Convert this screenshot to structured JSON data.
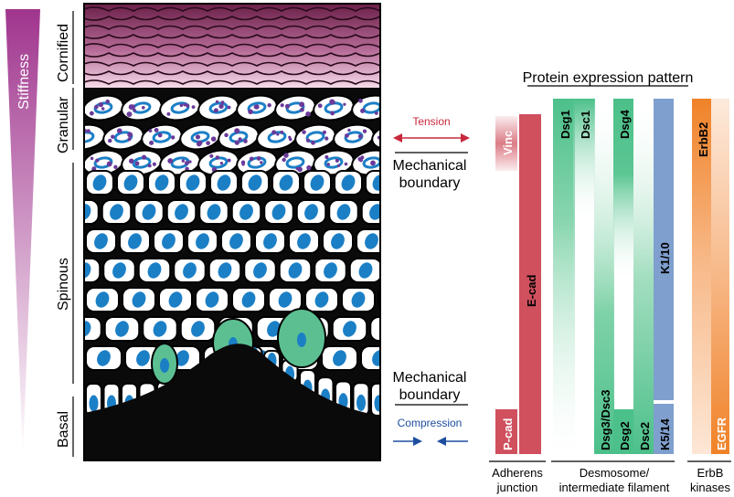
{
  "stiffness_label": "Stiffness",
  "layers": {
    "cornified": "Cornified",
    "granular": "Granular",
    "spinous": "Spinous",
    "basal": "Basal"
  },
  "forces": {
    "tension": "Tension",
    "compression": "Compression",
    "boundary_top": [
      "Mechanical",
      "boundary"
    ],
    "boundary_bottom": [
      "Mechanical",
      "boundary"
    ]
  },
  "expression_title": "Protein expression pattern",
  "proteins": {
    "vinc": "Vinc",
    "ecad": "E-cad",
    "pcad": "P-cad",
    "dsg1": "Dsg1",
    "dsc1": "Dsc1",
    "dsg3dsc3": "Dsg3/Dsc3",
    "dsg4": "Dsg4",
    "dsg2": "Dsg2",
    "dsc2": "Dsc2",
    "k110": "K1/10",
    "k514": "K5/14",
    "erbb2": "ErbB2",
    "egfr": "EGFR"
  },
  "groups": {
    "adherens": [
      "Adherens",
      "junction"
    ],
    "desmosome": [
      "Desmosome/",
      "intermediate filament"
    ],
    "erbb": [
      "ErbB",
      "kinases"
    ]
  },
  "colors": {
    "stiffness": "#a0358e",
    "tension": "#c8283c",
    "compression": "#1e4ea0",
    "cadherin": "#d0505e",
    "desmosome": "#4cc08a",
    "keratin": "#7f9fce",
    "erbb": "#f08228",
    "nucleus": "#1b7fc6",
    "granule": "#6a3a9a"
  }
}
